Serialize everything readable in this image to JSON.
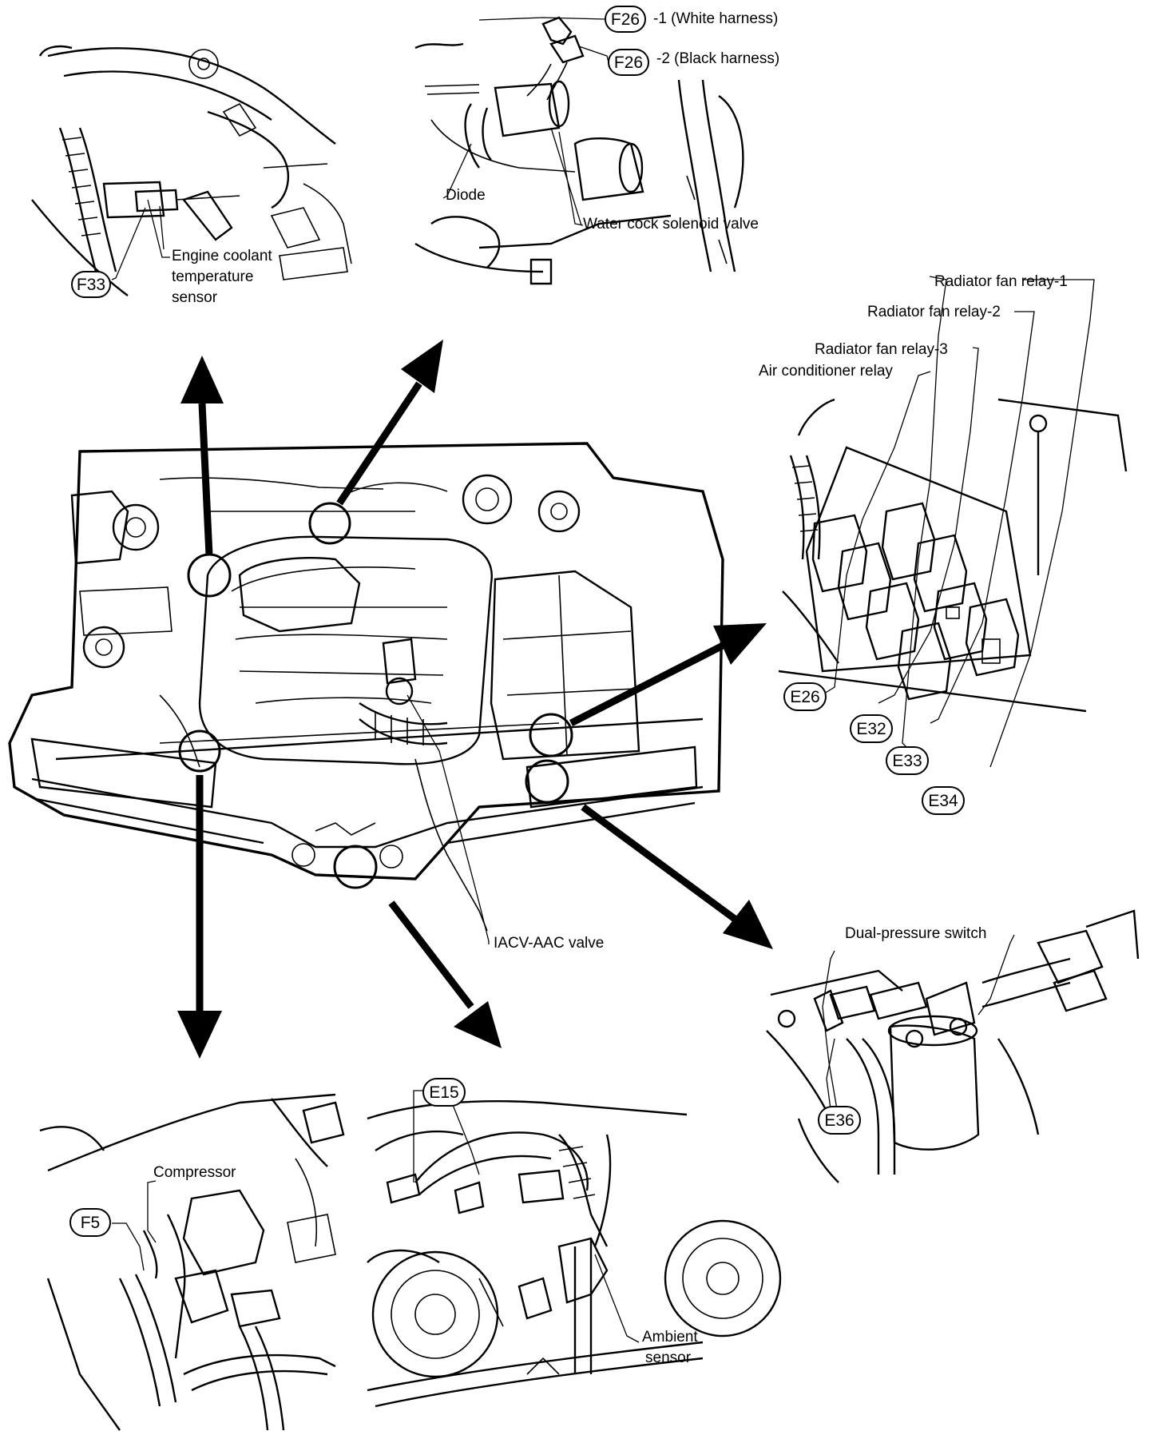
{
  "labels": {
    "f26_1_desc": "-1 (White harness)",
    "f26_2_desc": "-2 (Black harness)",
    "diode": "Diode",
    "water_cock": "Water cock solenoid valve",
    "ect_line1": "Engine coolant",
    "ect_line2": "temperature",
    "ect_line3": "sensor",
    "rad_relay_1": "Radiator fan relay-1",
    "rad_relay_2": "Radiator fan relay-2",
    "rad_relay_3": "Radiator fan relay-3",
    "ac_relay": "Air conditioner relay",
    "iacv": "IACV-AAC valve",
    "dual_pressure": "Dual-pressure switch",
    "compressor": "Compressor",
    "ambient_line1": "Ambient",
    "ambient_line2": "sensor"
  },
  "connectors": {
    "f26_1": "F26",
    "f26_2": "F26",
    "f33": "F33",
    "e26": "E26",
    "e32": "E32",
    "e33": "E33",
    "e34": "E34",
    "e36": "E36",
    "e15": "E15",
    "f5": "F5"
  }
}
